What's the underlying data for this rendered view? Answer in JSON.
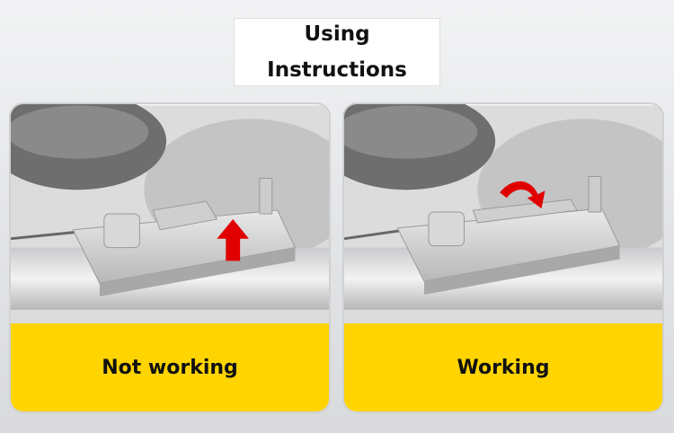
{
  "title": {
    "line1": "Using",
    "line2": "Instructions"
  },
  "panels": [
    {
      "caption": "Not working",
      "arrow_direction": "up"
    },
    {
      "caption": "Working",
      "arrow_direction": "curved-left"
    }
  ],
  "colors": {
    "caption_background": "#ffd400",
    "arrow": "#e00000",
    "text": "#111111"
  },
  "icons": [
    "arrow-up-icon",
    "curved-arrow-icon"
  ]
}
